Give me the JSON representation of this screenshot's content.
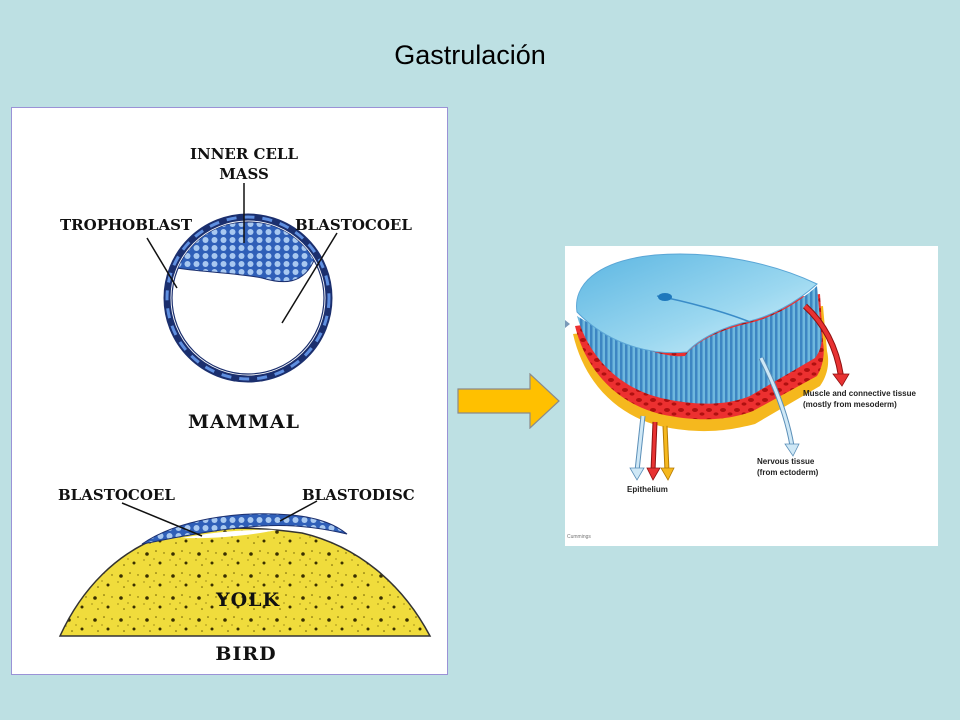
{
  "title": "Gastrulación",
  "mammal_diagram": {
    "inner_cell_mass_line1": "INNER CELL",
    "inner_cell_mass_line2": "MASS",
    "trophoblast": "TROPHOBLAST",
    "blastocoel": "BLASTOCOEL",
    "caption": "MAMMAL"
  },
  "bird_diagram": {
    "blastocoel": "BLASTOCOEL",
    "blastodisc": "BLASTODISC",
    "yolk": "YOLK",
    "caption": "BIRD"
  },
  "tissue_diagram": {
    "muscle_line1": "Muscle and connective tissue",
    "muscle_line2": "(mostly from mesoderm)",
    "nervous_line1": "Nervous tissue",
    "nervous_line2": "(from ectoderm)",
    "epithelium": "Epithelium",
    "credit": "Cummings"
  },
  "colors": {
    "background": "#bde0e3",
    "arrow": "#ffc000",
    "yolk": "#f0dc3c",
    "cell_blue": "#3c6fc4",
    "ectoderm": "#8ed0e8",
    "mesoderm": "#e8262a",
    "endoderm": "#f5b81e"
  }
}
